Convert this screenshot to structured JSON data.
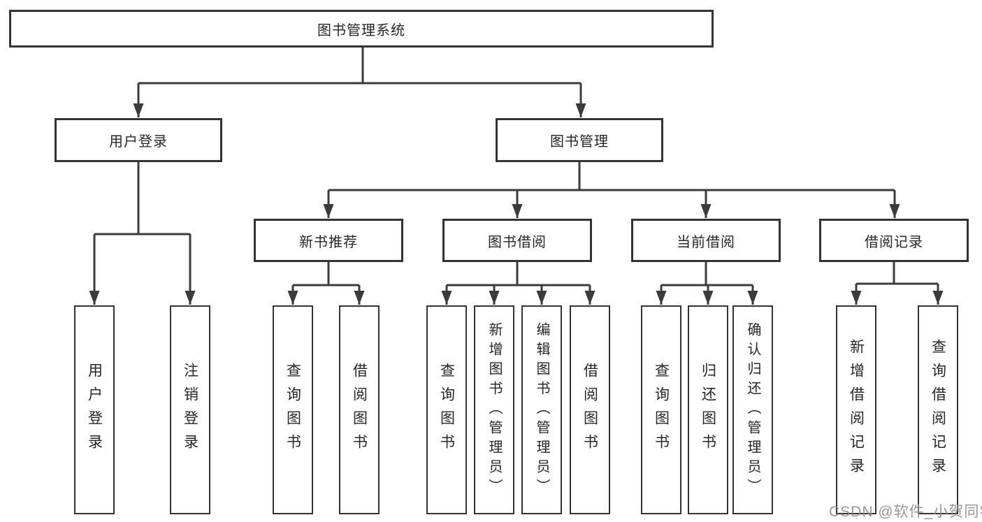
{
  "diagram": {
    "title": "图书管理系统",
    "tree": {
      "root": "图书管理系统",
      "branches": [
        {
          "label": "用户登录",
          "children": [
            "用户登录",
            "注销登录"
          ]
        },
        {
          "label": "图书管理",
          "groups": [
            {
              "label": "新书推荐",
              "children": [
                "查询图书",
                "借阅图书"
              ]
            },
            {
              "label": "图书借阅",
              "children": [
                "查询图书",
                "新增图书（管理员）",
                "编辑图书（管理员）",
                "借阅图书"
              ]
            },
            {
              "label": "当前借阅",
              "children": [
                "查询图书",
                "归还图书",
                "确认归还（管理员）"
              ]
            },
            {
              "label": "借阅记录",
              "children": [
                "新增借阅记录",
                "查询借阅记录"
              ]
            }
          ]
        }
      ]
    },
    "colors": {
      "line": "#3b3b3b",
      "box_border": "#333333",
      "box_fill": "#ffffff",
      "text": "#262626",
      "watermark": "#8e8e8e"
    }
  },
  "watermark": {
    "text": "CSDN @软件_小贺同学"
  }
}
